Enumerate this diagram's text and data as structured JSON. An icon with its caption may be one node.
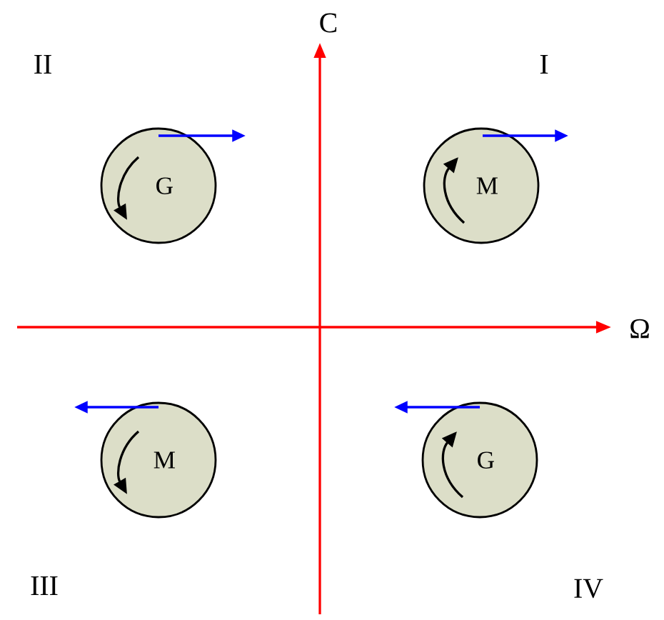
{
  "diagram": {
    "nodes": [
      {
        "text": [
          "G"
        ]
      },
      {
        "text": [
          "M"
        ]
      },
      {
        "text": [
          "M"
        ]
      },
      {
        "text": [
          "G"
        ]
      }
    ],
    "labels": [
      "C",
      "II",
      "I",
      "Ω",
      "III",
      "IV"
    ]
  }
}
